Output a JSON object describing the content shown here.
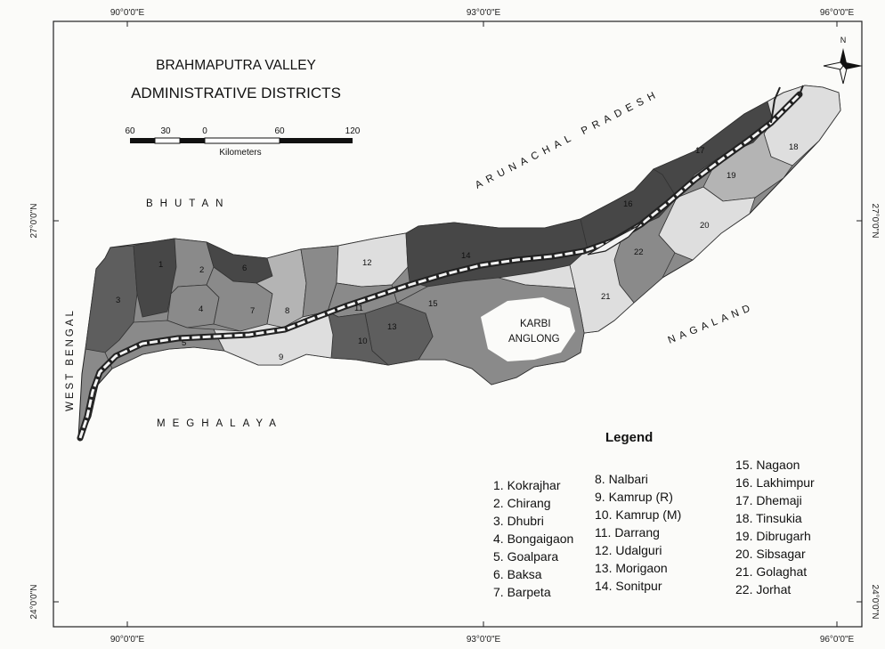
{
  "title_line1": "BRAHMAPUTRA VALLEY",
  "title_line2": "ADMINISTRATIVE DISTRICTS",
  "scale": {
    "ticks": [
      "60",
      "30",
      "0",
      "60",
      "120"
    ],
    "unit": "Kilometers"
  },
  "north_label": "N",
  "graticule": {
    "top": [
      "90°0'0\"E",
      "93°0'0\"E",
      "96°0'0\"E"
    ],
    "bottom": [
      "90°0'0\"E",
      "93°0'0\"E",
      "96°0'0\"E"
    ],
    "left": [
      "27°0'0\"N",
      "24°0'0\"N"
    ],
    "right": [
      "27°0'0\"N",
      "24°0'0\"N"
    ]
  },
  "neighbours": {
    "bhutan": "BHUTAN",
    "arunachal": "ARUNACHAL PRADESH",
    "west_bengal": "WEST BENGAL",
    "meghalaya": "MEGHALAYA",
    "nagaland": "NAGALAND",
    "karbi_line1": "KARBI",
    "karbi_line2": "ANGLONG"
  },
  "district_numbers": [
    "1",
    "2",
    "3",
    "4",
    "5",
    "6",
    "7",
    "8",
    "9",
    "10",
    "11",
    "12",
    "13",
    "14",
    "15",
    "16",
    "17",
    "18",
    "19",
    "20",
    "21",
    "22"
  ],
  "legend": {
    "title": "Legend",
    "items": [
      "1. Kokrajhar",
      "2. Chirang",
      "3. Dhubri",
      "4. Bongaigaon",
      "5. Goalpara",
      "6. Baksa",
      "7. Barpeta",
      "8. Nalbari",
      "9. Kamrup (R)",
      "10. Kamrup (M)",
      "11. Darrang",
      "12. Udalguri",
      "13. Morigaon",
      "14. Sonitpur",
      "15. Nagaon",
      "16. Lakhimpur",
      "17. Dhemaji",
      "18. Tinsukia",
      "19. Dibrugarh",
      "20. Sibsagar",
      "21. Golaghat",
      "22. Jorhat"
    ]
  },
  "colors": {
    "dark": "#5e5e5e",
    "darker": "#474747",
    "mid": "#8a8a8a",
    "light": "#b4b4b4",
    "pale": "#dedede",
    "river": "#f4f4f4"
  }
}
